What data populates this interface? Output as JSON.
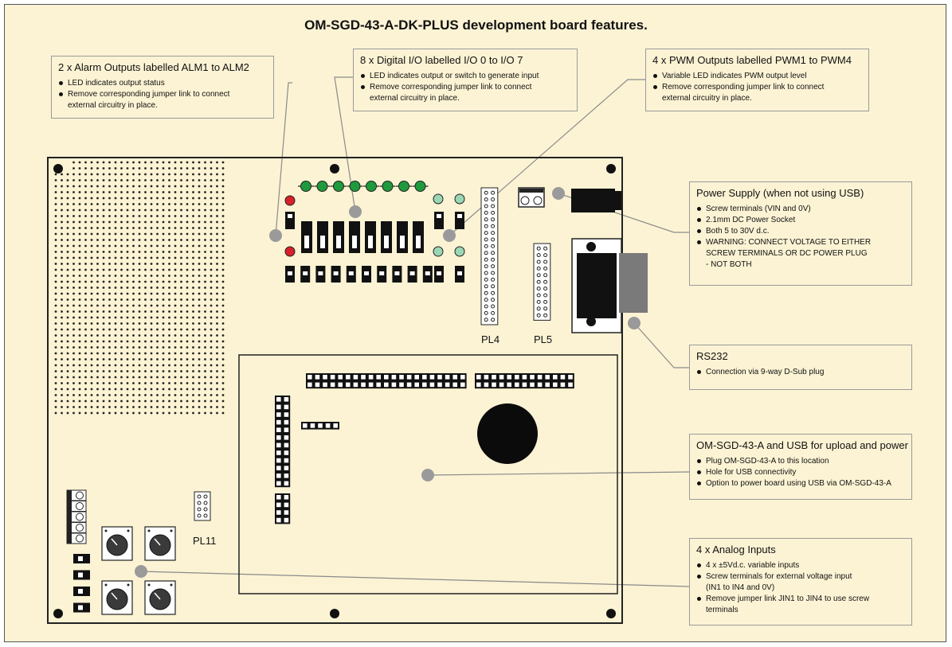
{
  "title": "OM-SGD-43-A-DK-PLUS development board features.",
  "callouts": {
    "alarm": {
      "heading": "2 x Alarm Outputs labelled ALM1 to ALM2",
      "items": [
        "LED indicates output status",
        "Remove corresponding jumper link to connect",
        "external circuitry in place."
      ]
    },
    "digital": {
      "heading": "8 x Digital I/O labelled I/O 0 to I/O 7",
      "items": [
        "LED indicates output or switch to generate input",
        "Remove corresponding jumper link to connect",
        "external circuitry in place."
      ]
    },
    "pwm": {
      "heading": "4 x PWM Outputs labelled PWM1 to PWM4",
      "items": [
        "Variable LED indicates PWM output level",
        "Remove corresponding jumper link to connect",
        "external circuitry in place."
      ]
    },
    "power": {
      "heading": "Power Supply (when not using USB)",
      "items": [
        "Screw terminals (VIN and 0V)",
        "2.1mm DC Power Socket",
        "Both 5 to 30V d.c.",
        "WARNING: CONNECT VOLTAGE TO EITHER",
        "SCREW TERMINALS OR DC POWER PLUG",
        "- NOT BOTH"
      ]
    },
    "rs232": {
      "heading": "RS232",
      "items": [
        "Connection via 9-way D-Sub plug"
      ]
    },
    "usb": {
      "heading": "OM-SGD-43-A and USB for upload and power",
      "items": [
        "Plug OM-SGD-43-A to this location",
        "Hole for USB connectivity",
        "Option to power board using USB via OM-SGD-43-A"
      ]
    },
    "analog": {
      "heading": "4 x Analog Inputs",
      "items": [
        "4 x ±5Vd.c. variable inputs",
        "Screw terminals for external voltage input",
        "(IN1 to IN4 and 0V)",
        "Remove jumper link JIN1 to JIN4 to use screw",
        "terminals"
      ]
    }
  },
  "board_labels": {
    "pl4": "PL4",
    "pl5": "PL5",
    "pl11": "PL11"
  },
  "colors": {
    "background": "#fcf3d4",
    "led_green": "#1e9a3c",
    "led_red": "#d8202a",
    "marker": "#9a9a9a",
    "pwm_led": "#7fc9a0"
  }
}
